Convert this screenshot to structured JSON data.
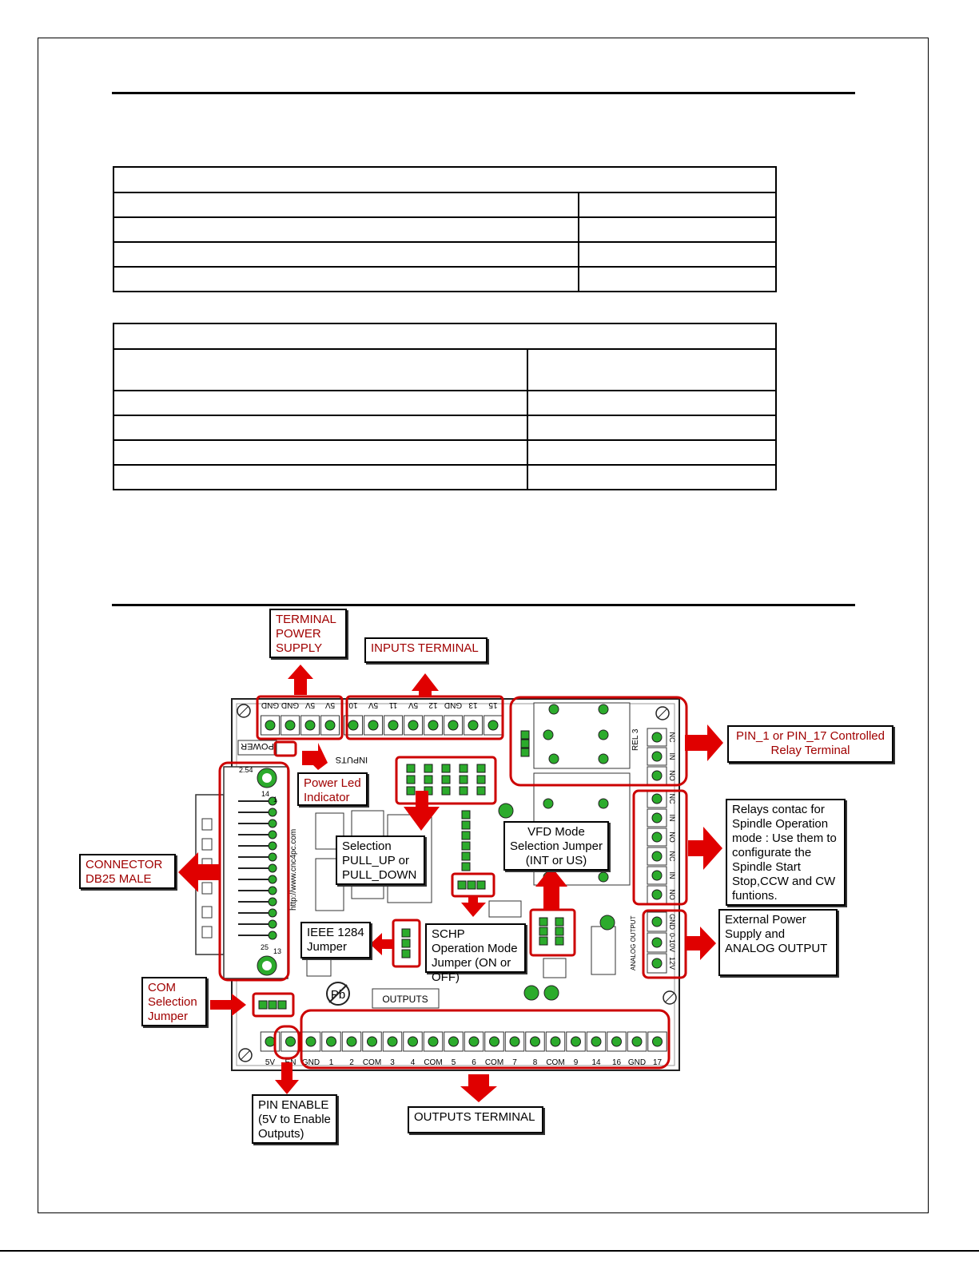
{
  "labels": {
    "terminal_power_supply": "TERMINAL POWER SUPPLY",
    "inputs_terminal": "INPUTS TERMINAL",
    "relay_terminal": "PIN_1 or PIN_17 Controlled Relay Terminal",
    "power_led": "Power Led Indicator",
    "selection_pullup": "Selection PULL_UP or PULL_DOWN",
    "vfd_mode": "VFD Mode Selection Jumper (INT or US)",
    "relays_contact": "Relays contac for Spindle Operation mode : Use them to configurate the Spindle Start Stop,CCW and CW funtions.",
    "connector_db25": "CONNECTOR DB25 MALE",
    "ieee_jumper": "IEEE 1284 Jumper",
    "schp_jumper": "SCHP Operation Mode Jumper (ON or OFF)",
    "external_power": "External Power Supply and ANALOG OUTPUT",
    "com_selection": "COM Selection Jumper",
    "pin_enable": "PIN ENABLE (5V to Enable Outputs)",
    "outputs_terminal": "OUTPUTS TERMINAL"
  },
  "board": {
    "power_text": "POWER",
    "inputs_text": "INPUTS",
    "outputs_text": "OUTPUTS",
    "url_text": "http://www.cnc4pc.com",
    "db25_top": "2.54",
    "db25_pin14": "14",
    "db25_pin1": "1",
    "db25_pin25": "25",
    "db25_pin13": "13",
    "pb_text": "Pb",
    "rel_text": "REL 3",
    "analog_text": "ANALOG OUTPUT",
    "terminal_power_pins": [
      "GND",
      "GND",
      "5V",
      "5V"
    ],
    "input_pins": [
      "10",
      "5V",
      "11",
      "5V",
      "12",
      "GND",
      "13",
      "15"
    ],
    "output_pins": [
      "5V",
      "EN",
      "GND",
      "1",
      "2",
      "COM",
      "3",
      "4",
      "COM",
      "5",
      "6",
      "COM",
      "7",
      "8",
      "COM",
      "9",
      "14",
      "16",
      "GND",
      "17"
    ],
    "relay_pins": [
      "NC",
      "IN",
      "NO"
    ],
    "relay2_pins": [
      "NC",
      "IN",
      "NO",
      "NC",
      "IN",
      "NO"
    ],
    "analog_pins": [
      "GND",
      "0-10V",
      "12V"
    ]
  },
  "colors": {
    "highlight": "#cc0000",
    "arrow": "#e00000",
    "pad": "#2cab2c",
    "label_text": "#a00000"
  }
}
